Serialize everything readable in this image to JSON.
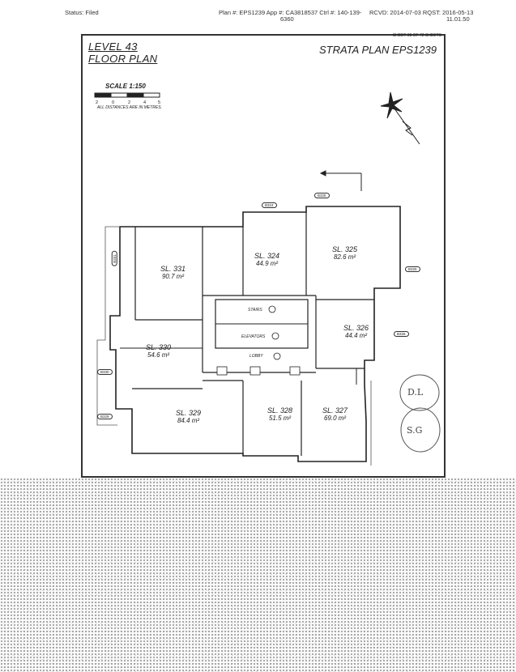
{
  "header": {
    "status": "Status: Filed",
    "plan_info": "Plan #: EPS1239 App #: CA3818537   Ctrl #: 140-139-",
    "plan_info_2": "6360",
    "received": "RCVD: 2014-07-03 RQST: 2016-05-13",
    "received_2": "11.01.50"
  },
  "drawing": {
    "title_line1": "LEVEL 43",
    "title_line2": "FLOOR PLAN",
    "strata_plan": "STRATA PLAN EPS1239",
    "sheet": "SHEET 68 OF 72 SHEETS",
    "scale_label": "SCALE   1:150",
    "scale_ticks": [
      "2",
      "0",
      "2",
      "4",
      "5"
    ],
    "scale_note": "ALL DISTANCES ARE IN METRES.",
    "stairs": "STAIRS",
    "elevators": "ELEVATORS",
    "lobby": "LOBBY",
    "lots": [
      {
        "name": "SL. 331",
        "area": "90.7 m²"
      },
      {
        "name": "SL. 324",
        "area": "44.9 m²"
      },
      {
        "name": "SL. 325",
        "area": "82.6 m²"
      },
      {
        "name": "SL. 330",
        "area": "54.6 m²"
      },
      {
        "name": "SL. 326",
        "area": "44.4 m²"
      },
      {
        "name": "SL. 329",
        "area": "84.4 m²"
      },
      {
        "name": "SL. 328",
        "area": "51.5 m²"
      },
      {
        "name": "SL. 327",
        "area": "69.0 m²"
      }
    ],
    "bubbles": [
      "B324",
      "B325",
      "B331",
      "B325",
      "B326",
      "B330",
      "B329"
    ],
    "handwriting": [
      "D.L",
      "S.G"
    ]
  }
}
